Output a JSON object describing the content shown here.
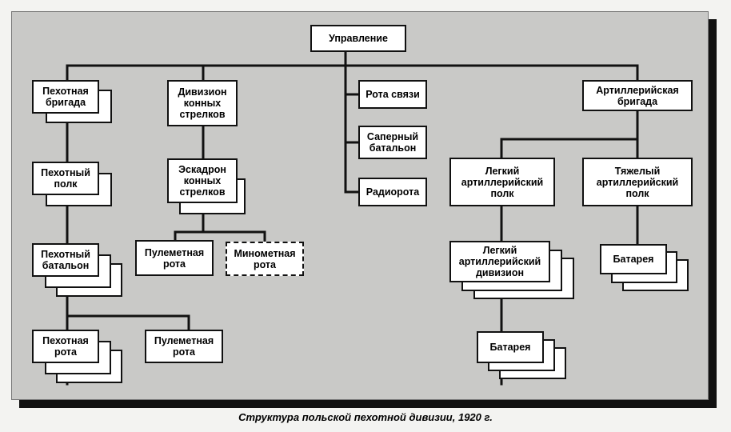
{
  "diagram": {
    "caption": "Структура польской пехотной дивизии, 1920 г.",
    "nodes": {
      "management": "Управление",
      "inf_brigade": "Пехотная\nбригада",
      "cav_division": "Дивизион\nконных\nстрелков",
      "signal_company": "Рота связи",
      "sapper_battalion": "Саперный\nбатальон",
      "radio_company": "Радиорота",
      "art_brigade": "Артиллерийская\nбригада",
      "inf_regiment": "Пехотный\nполк",
      "cav_squadron": "Эскадрон\nконных\nстрелков",
      "light_art_regiment": "Легкий\nартиллерийский\nполк",
      "heavy_art_regiment": "Тяжелый\nартиллерийский\nполк",
      "mg_company_cav": "Пулеметная\nрота",
      "mortar_company": "Минометная\nрота",
      "inf_battalion": "Пехотный\nбатальон",
      "light_art_division": "Легкий\nартиллерийский\nдивизион",
      "battery_heavy": "Батарея",
      "inf_company": "Пехотная\nрота",
      "mg_company_inf": "Пулеметная\nрота",
      "battery_light": "Батарея"
    }
  }
}
